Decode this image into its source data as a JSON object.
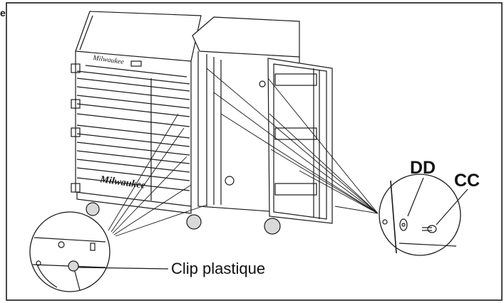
{
  "labels": {
    "dd": "DD",
    "cc": "CC",
    "clip": "Clip plastique",
    "corner_mark": "e"
  },
  "brand": {
    "logo_text": "Milwaukee"
  },
  "colors": {
    "line": "#1a1a1a",
    "fill": "#ffffff",
    "shade": "#e6e6e6"
  },
  "icons": {
    "frame": "figure-border",
    "magnifier_left": "detail-circle",
    "magnifier_right": "detail-circle"
  }
}
